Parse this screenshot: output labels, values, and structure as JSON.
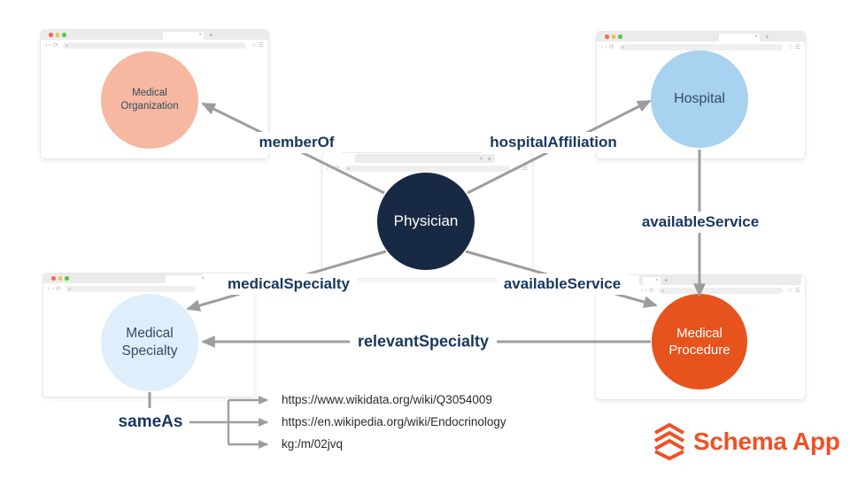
{
  "palette": {
    "background": "#ffffff",
    "arrow_gray": "#9d9d9d",
    "label_navy": "#17375f",
    "physician_navy": "#182943",
    "organization_salmon": "#f6b8a1",
    "hospital_blue": "#a7d2f0",
    "specialty_pale_blue": "#deeefb",
    "procedure_orange": "#e7531d",
    "logo_orange": "#f05123"
  },
  "nodes": {
    "physician": {
      "line1": "Physician"
    },
    "medical_organization": {
      "line1": "Medical",
      "line2": "Organization"
    },
    "hospital": {
      "line1": "Hospital"
    },
    "medical_specialty": {
      "line1": "Medical",
      "line2": "Specialty"
    },
    "medical_procedure": {
      "line1": "Medical",
      "line2": "Procedure"
    }
  },
  "relations": {
    "member_of": "memberOf",
    "hospital_affiliation": "hospitalAffiliation",
    "available_service_hospital": "availableService",
    "medical_specialty": "medicalSpecialty",
    "available_service_physician": "availableService",
    "relevant_specialty": "relevantSpecialty",
    "same_as": "sameAs"
  },
  "same_as_links": [
    "https://www.wikidata.org/wiki/Q3054009",
    "https://en.wikipedia.org/wiki/Endocrinology",
    "kg:/m/02jvq"
  ],
  "logo": {
    "text": "Schema App"
  },
  "browser_icons": {
    "close_tab": "×",
    "new_tab": "+",
    "back": "‹",
    "forward": "›",
    "refresh": "⟳",
    "bookmark": "☆",
    "menu": "☰"
  }
}
